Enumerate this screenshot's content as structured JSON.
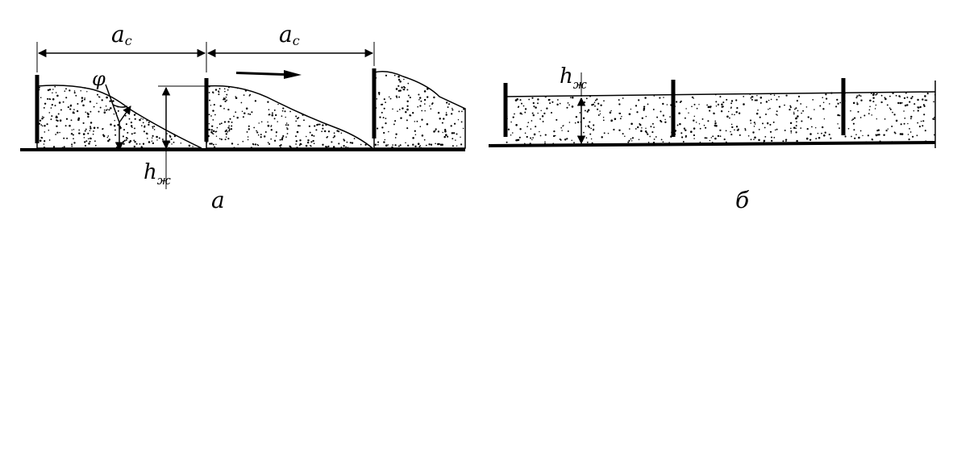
{
  "figure_a": {
    "spacing_label_left": "a",
    "spacing_label_left_sub": "c",
    "spacing_label_right": "a",
    "spacing_label_right_sub": "c",
    "angle_label": "φ",
    "height_label": "h",
    "height_label_sub": "ж",
    "caption": "а"
  },
  "figure_b": {
    "height_label": "h",
    "height_label_sub": "ж",
    "caption": "б"
  },
  "colors": {
    "ink": "#000000",
    "background": "#ffffff"
  }
}
